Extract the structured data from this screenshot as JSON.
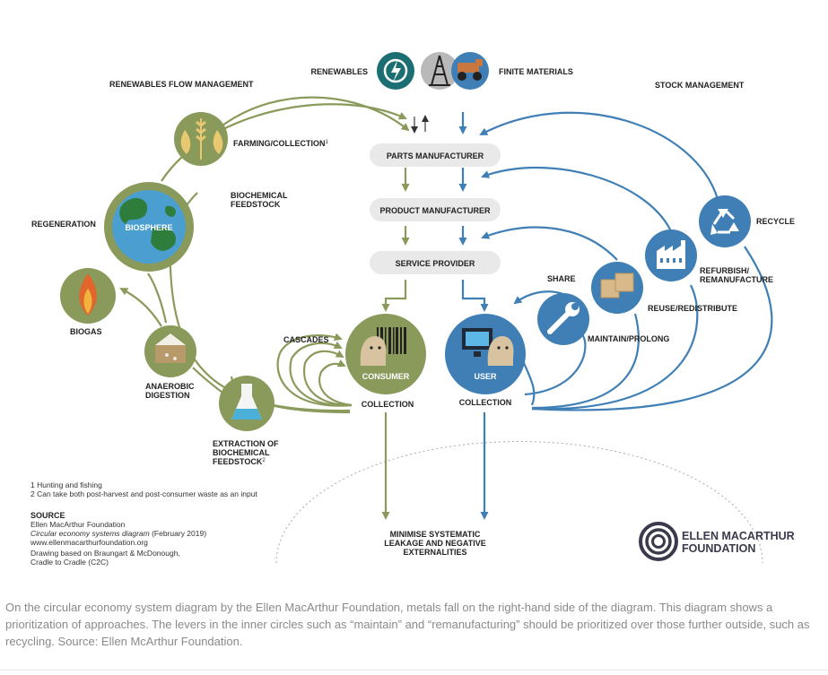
{
  "diagram": {
    "top_left_label": "RENEWABLES",
    "top_right_label": "FINITE MATERIALS",
    "left_heading": "RENEWABLES FLOW MANAGEMENT",
    "right_heading": "STOCK MANAGEMENT",
    "farming": "FARMING/COLLECTION",
    "farming_note_mark": "1",
    "biochem_1": "BIOCHEMICAL",
    "biochem_2": "FEEDSTOCK",
    "regeneration": "REGENERATION",
    "biosphere": "BIOSPHERE",
    "biogas": "BIOGAS",
    "anaerobic_1": "ANAEROBIC",
    "anaerobic_2": "DIGESTION",
    "extraction_1": "EXTRACTION OF",
    "extraction_2": "BIOCHEMICAL",
    "extraction_3": "FEEDSTOCK",
    "extraction_note_mark": "2",
    "cascades": "CASCADES",
    "parts_manufacturer": "PARTS MANUFACTURER",
    "product_manufacturer": "PRODUCT MANUFACTURER",
    "service_provider": "SERVICE PROVIDER",
    "consumer": "CONSUMER",
    "user": "USER",
    "collection_left": "COLLECTION",
    "collection_right": "COLLECTION",
    "share": "SHARE",
    "maintain": "MAINTAIN/PROLONG",
    "reuse": "REUSE/REDISTRIBUTE",
    "refurbish_1": "REFURBISH/",
    "refurbish_2": "REMANUFACTURE",
    "recycle": "RECYCLE",
    "leakage_1": "MINIMISE SYSTEMATIC",
    "leakage_2": "LEAKAGE AND NEGATIVE",
    "leakage_3": "EXTERNALITIES",
    "footnote_1": "1 Hunting and fishing",
    "footnote_2": "2 Can take both post-harvest and post-consumer waste as an input",
    "source_heading": "SOURCE",
    "source_line_1": "Ellen MacArthur Foundation",
    "source_line_2_italic": "Circular economy systems diagram",
    "source_line_2_rest": " (February 2019)",
    "source_line_3": "www.ellenmacarthurfoundation.org",
    "source_line_4": "Drawing based on Braungart & McDonough,",
    "source_line_5": "Cradle to Cradle (C2C)",
    "logo_line_1": "ELLEN MACARTHUR",
    "logo_line_2": "FOUNDATION"
  },
  "colors": {
    "green": "#8a9a5b",
    "green_dark": "#6f7f45",
    "blue": "#3f7fb5",
    "blue_dark": "#2e6a9f",
    "grey_box": "#e9e9e9",
    "teal": "#1b6f73",
    "logo": "#3a3a4c"
  },
  "caption": "On the circular economy system diagram by the Ellen MacArthur Foundation, metals fall on the right-hand side of the diagram. This diagram shows a prioritization of approaches. The levers in the inner circles such as “maintain” and “remanufacturing” should be prioritized over those further outside, such as recycling. Source: Ellen McArthur Foundation."
}
